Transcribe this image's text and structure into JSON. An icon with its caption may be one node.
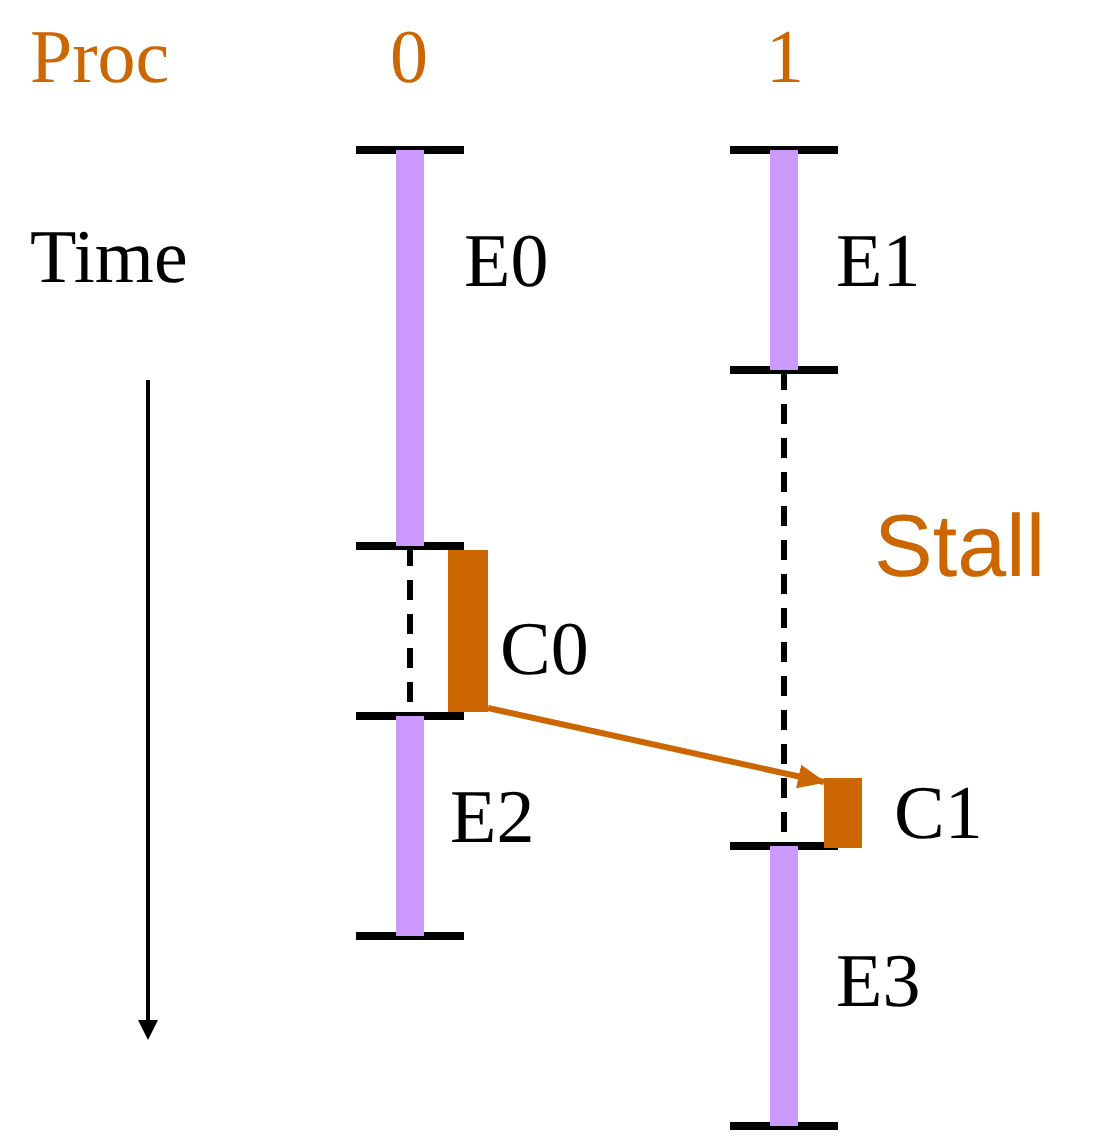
{
  "diagram": {
    "nodes": [
      {
        "text": [],
        "shape": "bar",
        "beside": [
          "E0"
        ]
      },
      {
        "text": [],
        "shape": "bar",
        "beside": [
          "E1"
        ]
      },
      {
        "text": [],
        "shape": "bar",
        "beside": [
          "C0"
        ]
      },
      {
        "text": [],
        "shape": "bar",
        "beside": [
          "E2"
        ]
      },
      {
        "text": [],
        "shape": "bar",
        "beside": [
          "C1"
        ]
      },
      {
        "text": [],
        "shape": "bar",
        "beside": [
          "E3"
        ]
      }
    ],
    "edges": [
      {
        "from": 2,
        "to": 4,
        "arrow": "to",
        "color": "#cc6600"
      }
    ],
    "labels": [
      "Proc",
      "0",
      "1",
      "Time",
      "Stall"
    ]
  }
}
